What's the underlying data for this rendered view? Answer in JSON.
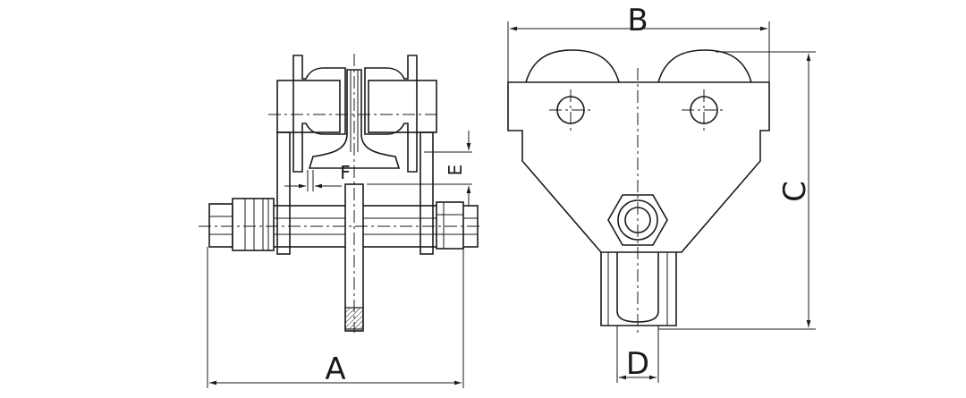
{
  "dimension_labels": {
    "a": "A",
    "b": "B",
    "c": "C",
    "d": "D",
    "e": "E",
    "f": "F"
  },
  "colors": {
    "line": "#1a1a1a",
    "background": "#ffffff"
  }
}
